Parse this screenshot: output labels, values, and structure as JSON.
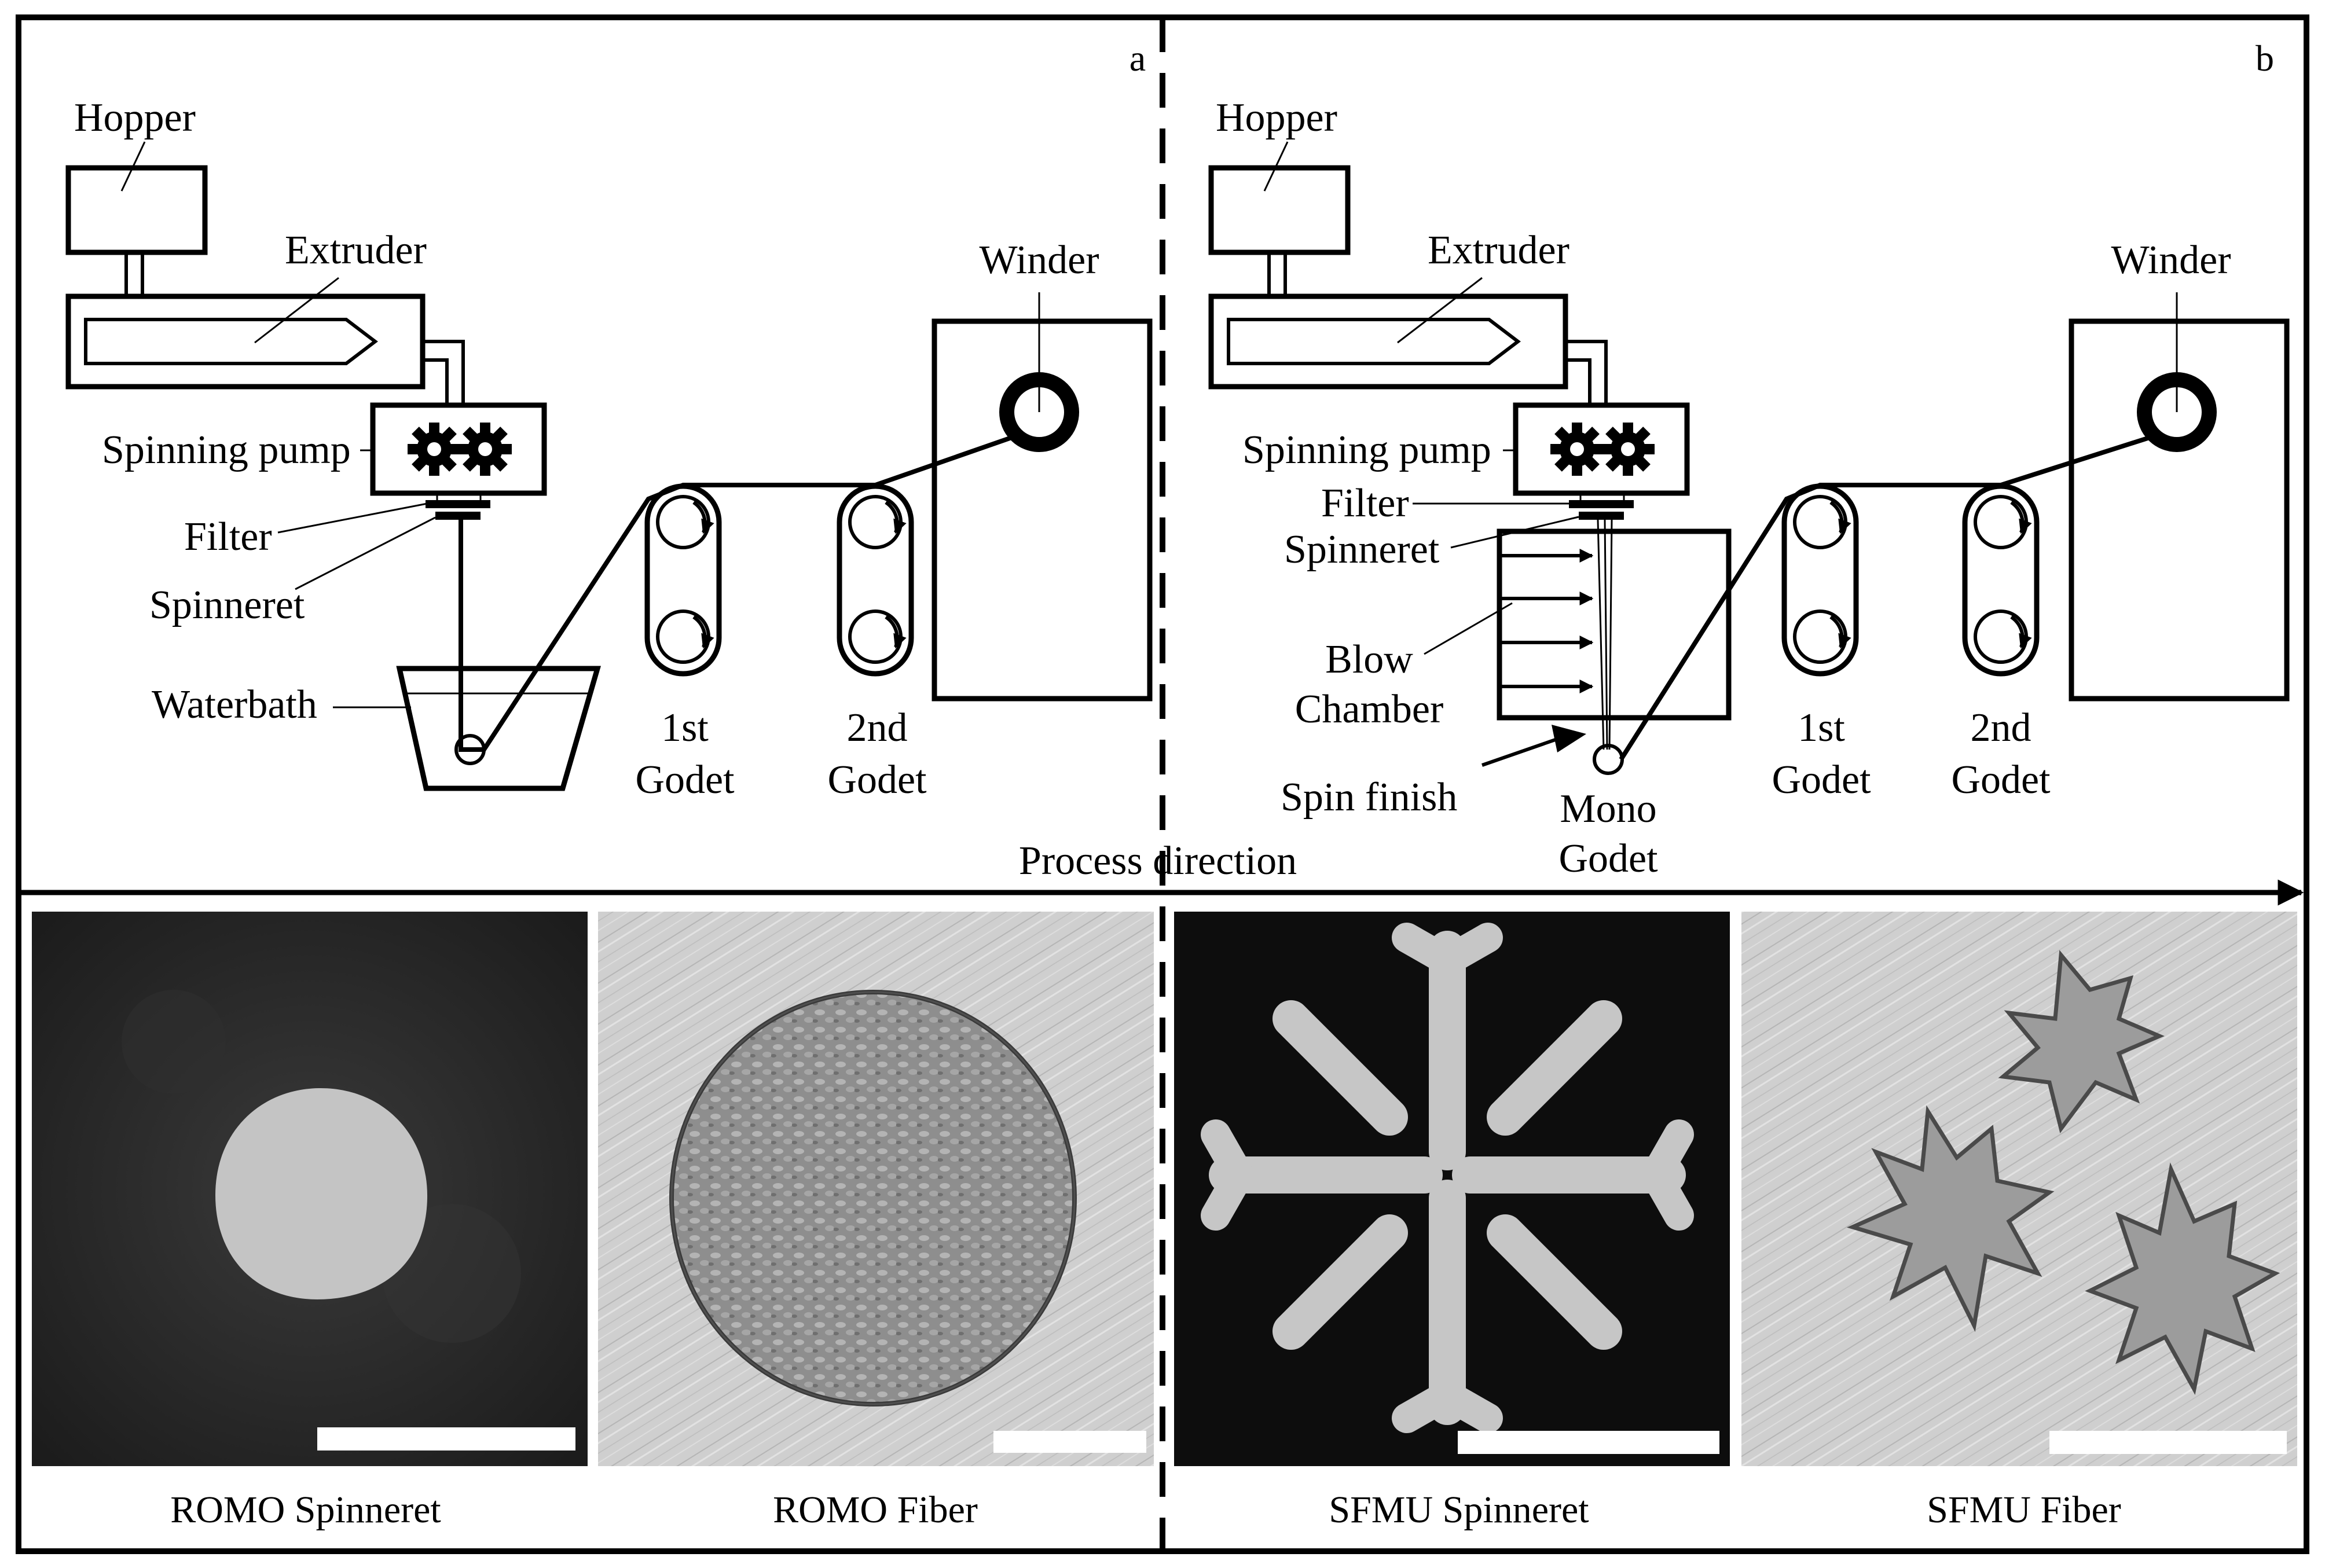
{
  "panel_a": {
    "letter": "a",
    "labels": {
      "hopper": "Hopper",
      "extruder": "Extruder",
      "spinning_pump": "Spinning pump",
      "filter": "Filter",
      "spinneret": "Spinneret",
      "waterbath": "Waterbath",
      "godet1_line1": "1st",
      "godet1_line2": "Godet",
      "godet2_line1": "2nd",
      "godet2_line2": "Godet",
      "winder": "Winder"
    }
  },
  "panel_b": {
    "letter": "b",
    "labels": {
      "hopper": "Hopper",
      "extruder": "Extruder",
      "spinning_pump": "Spinning pump",
      "filter": "Filter",
      "spinneret": "Spinneret",
      "blow_line1": "Blow",
      "blow_line2": "Chamber",
      "spin_finish": "Spin finish",
      "mono_line1": "Mono",
      "mono_line2": "Godet",
      "godet1_line1": "1st",
      "godet1_line2": "Godet",
      "godet2_line1": "2nd",
      "godet2_line2": "Godet",
      "winder": "Winder"
    }
  },
  "process_direction": "Process direction",
  "captions": {
    "romo_spinneret": "ROMO Spinneret",
    "romo_fiber": "ROMO Fiber",
    "sfmu_spinneret": "SFMU Spinneret",
    "sfmu_fiber": "SFMU Fiber"
  },
  "colors": {
    "line": "#000000",
    "romo_spinneret_bg": "#262626",
    "romo_spinneret_hole": "#c4c4c4",
    "fiber_photo_bg": "#cfcfcf",
    "sfmu_spinneret_bg": "#0d0d0d",
    "sfmu_slot": "#c6c6c6",
    "sfmu_fiber_shape": "#9c9c9c",
    "scale_bar": "#ffffff"
  }
}
